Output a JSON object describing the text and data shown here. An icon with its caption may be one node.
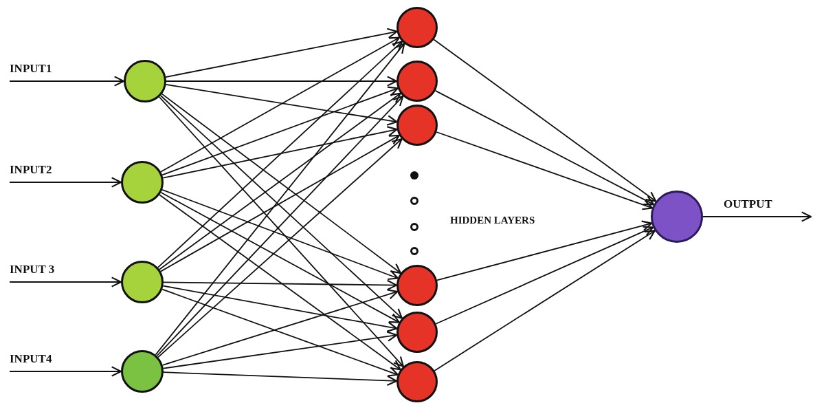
{
  "diagram": {
    "nodes": [
      {
        "text": [],
        "shape": "circle"
      },
      {
        "text": [],
        "shape": "circle"
      },
      {
        "text": [],
        "shape": "circle"
      },
      {
        "text": [],
        "shape": "circle"
      },
      {
        "text": [],
        "shape": "circle"
      },
      {
        "text": [],
        "shape": "circle"
      },
      {
        "text": [],
        "shape": "circle"
      },
      {
        "text": [],
        "shape": "circle"
      },
      {
        "text": [],
        "shape": "circle"
      },
      {
        "text": [],
        "shape": "circle"
      },
      {
        "text": [],
        "shape": "circle"
      }
    ],
    "edges": [
      {
        "from": null,
        "to": 0,
        "arrow": "to",
        "label": "INPUT1"
      },
      {
        "from": null,
        "to": 1,
        "arrow": "to",
        "label": "INPUT2"
      },
      {
        "from": null,
        "to": 2,
        "arrow": "to",
        "label": "INPUT 3"
      },
      {
        "from": null,
        "to": 3,
        "arrow": "to",
        "label": "INPUT4"
      },
      {
        "from": 0,
        "to": 4,
        "arrow": "to"
      },
      {
        "from": 0,
        "to": 5,
        "arrow": "to"
      },
      {
        "from": 0,
        "to": 6,
        "arrow": "to"
      },
      {
        "from": 0,
        "to": 7,
        "arrow": "to"
      },
      {
        "from": 0,
        "to": 8,
        "arrow": "to"
      },
      {
        "from": 0,
        "to": 9,
        "arrow": "to"
      },
      {
        "from": 1,
        "to": 4,
        "arrow": "to"
      },
      {
        "from": 1,
        "to": 5,
        "arrow": "to"
      },
      {
        "from": 1,
        "to": 6,
        "arrow": "to"
      },
      {
        "from": 1,
        "to": 7,
        "arrow": "to"
      },
      {
        "from": 1,
        "to": 8,
        "arrow": "to"
      },
      {
        "from": 1,
        "to": 9,
        "arrow": "to"
      },
      {
        "from": 2,
        "to": 4,
        "arrow": "to"
      },
      {
        "from": 2,
        "to": 5,
        "arrow": "to"
      },
      {
        "from": 2,
        "to": 6,
        "arrow": "to"
      },
      {
        "from": 2,
        "to": 7,
        "arrow": "to"
      },
      {
        "from": 2,
        "to": 8,
        "arrow": "to"
      },
      {
        "from": 2,
        "to": 9,
        "arrow": "to"
      },
      {
        "from": 3,
        "to": 4,
        "arrow": "to"
      },
      {
        "from": 3,
        "to": 5,
        "arrow": "to"
      },
      {
        "from": 3,
        "to": 6,
        "arrow": "to"
      },
      {
        "from": 3,
        "to": 7,
        "arrow": "to"
      },
      {
        "from": 3,
        "to": 8,
        "arrow": "to"
      },
      {
        "from": 3,
        "to": 9,
        "arrow": "to"
      },
      {
        "from": 4,
        "to": 10,
        "arrow": "to"
      },
      {
        "from": 5,
        "to": 10,
        "arrow": "to"
      },
      {
        "from": 6,
        "to": 10,
        "arrow": "to"
      },
      {
        "from": 7,
        "to": 10,
        "arrow": "to"
      },
      {
        "from": 8,
        "to": 10,
        "arrow": "to"
      },
      {
        "from": 9,
        "to": 10,
        "arrow": "to"
      },
      {
        "from": 10,
        "to": null,
        "arrow": "to",
        "label": "OUTPUT"
      }
    ],
    "labels": [
      "HIDDEN LAYERS"
    ]
  }
}
